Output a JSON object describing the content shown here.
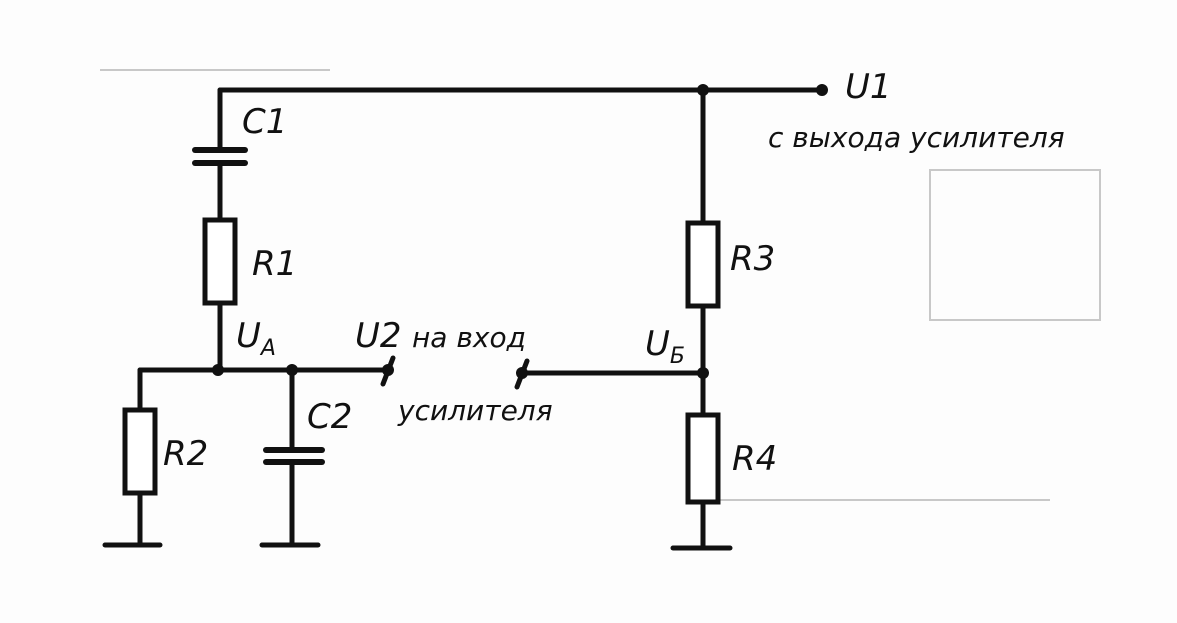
{
  "labels": {
    "c1": "C1",
    "r1": "R1",
    "r2": "R2",
    "c2": "C2",
    "r3": "R3",
    "r4": "R4",
    "u1": "U1",
    "u2": "U2",
    "ua_main": "U",
    "ua_sub": "A",
    "ub_main": "U",
    "ub_sub": "Б"
  },
  "notes": {
    "output_from": "с выхода усилителя",
    "input_to_line1": "на вход",
    "input_to_line2": "усилителя"
  }
}
